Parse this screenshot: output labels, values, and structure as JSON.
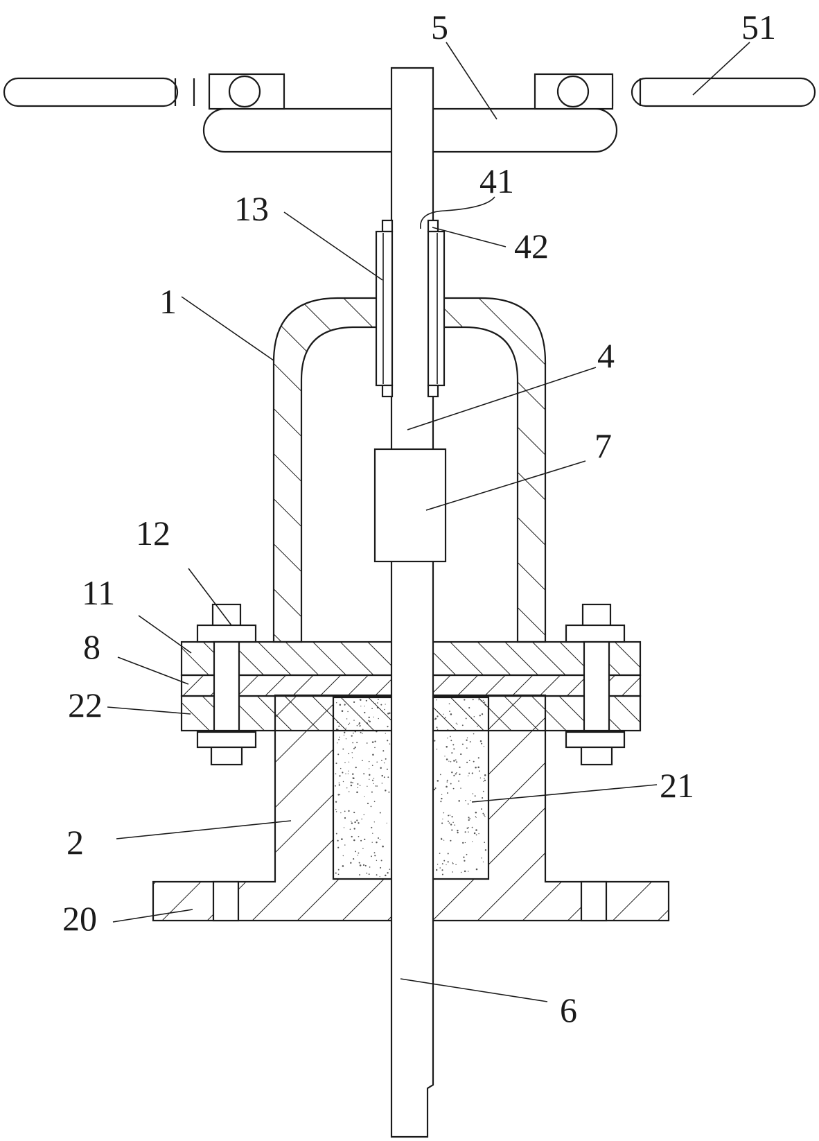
{
  "labels": {
    "l5": "5",
    "l51": "51",
    "l41": "41",
    "l13": "13",
    "l42": "42",
    "l1": "1",
    "l4": "4",
    "l7": "7",
    "l12": "12",
    "l11": "11",
    "l8": "8",
    "l22": "22",
    "l21": "21",
    "l2": "2",
    "l20": "20",
    "l6": "6"
  },
  "colors": {
    "line": "#1a1a1a",
    "background": "#ffffff",
    "filler_dots": "#555555"
  }
}
